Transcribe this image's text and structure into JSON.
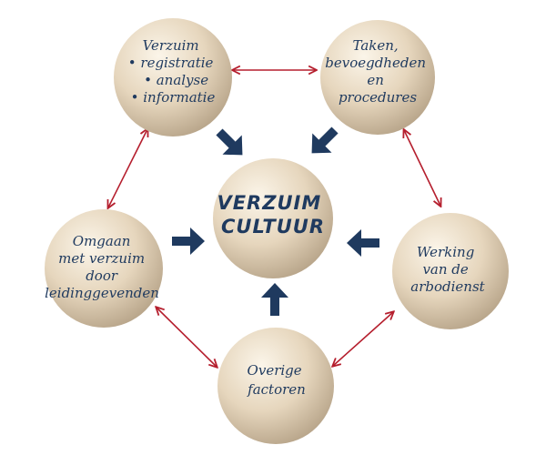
{
  "colors": {
    "circle_light": "#fbf5e9",
    "circle_mid": "#e6d6bd",
    "circle_dark": "#b8a58a",
    "text": "#1f3a5f",
    "arrow_block": "#1f3a5f",
    "arrow_link": "#b51f2e"
  },
  "center": {
    "lines": [
      "VERZUIM",
      "CULTUUR"
    ]
  },
  "nodes": {
    "verzuim": {
      "lines": [
        "Verzuim",
        "• registratie",
        "• analyse",
        "• informatie"
      ]
    },
    "taken": {
      "lines": [
        "Taken,",
        "bevoegdheden",
        "en",
        "procedures"
      ]
    },
    "arbodienst": {
      "lines": [
        "Werking",
        "van de",
        "arbodienst"
      ]
    },
    "overige": {
      "lines": [
        "Overige",
        "factoren"
      ]
    },
    "omgaan": {
      "lines": [
        "Omgaan",
        "met verzuim",
        "door",
        "leidinggevenden"
      ]
    }
  }
}
